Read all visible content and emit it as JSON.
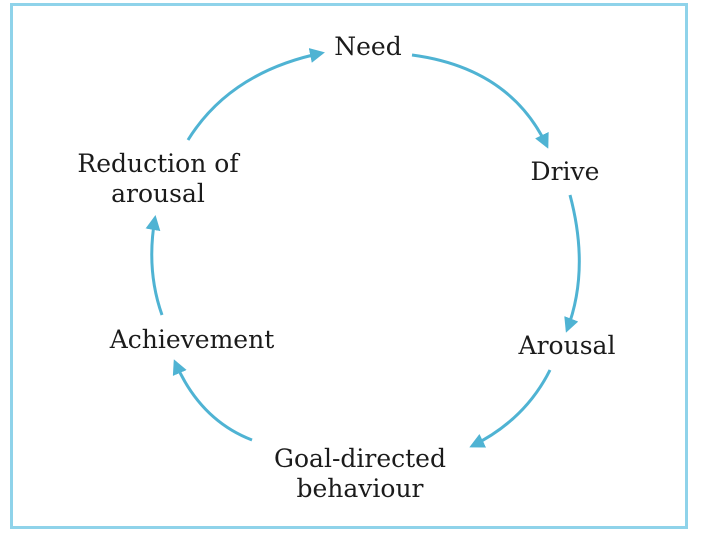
{
  "diagram": {
    "nodes": {
      "need": "Need",
      "drive": "Drive",
      "arousal": "Arousal",
      "goal_line1": "Goal-directed",
      "goal_line2": "behaviour",
      "achievement": "Achievement",
      "reduction_line1": "Reduction of",
      "reduction_line2": "arousal"
    },
    "colors": {
      "arrow": "#4fb3d3",
      "frame": "#8fd3ea",
      "text": "#1b1b1b"
    }
  }
}
